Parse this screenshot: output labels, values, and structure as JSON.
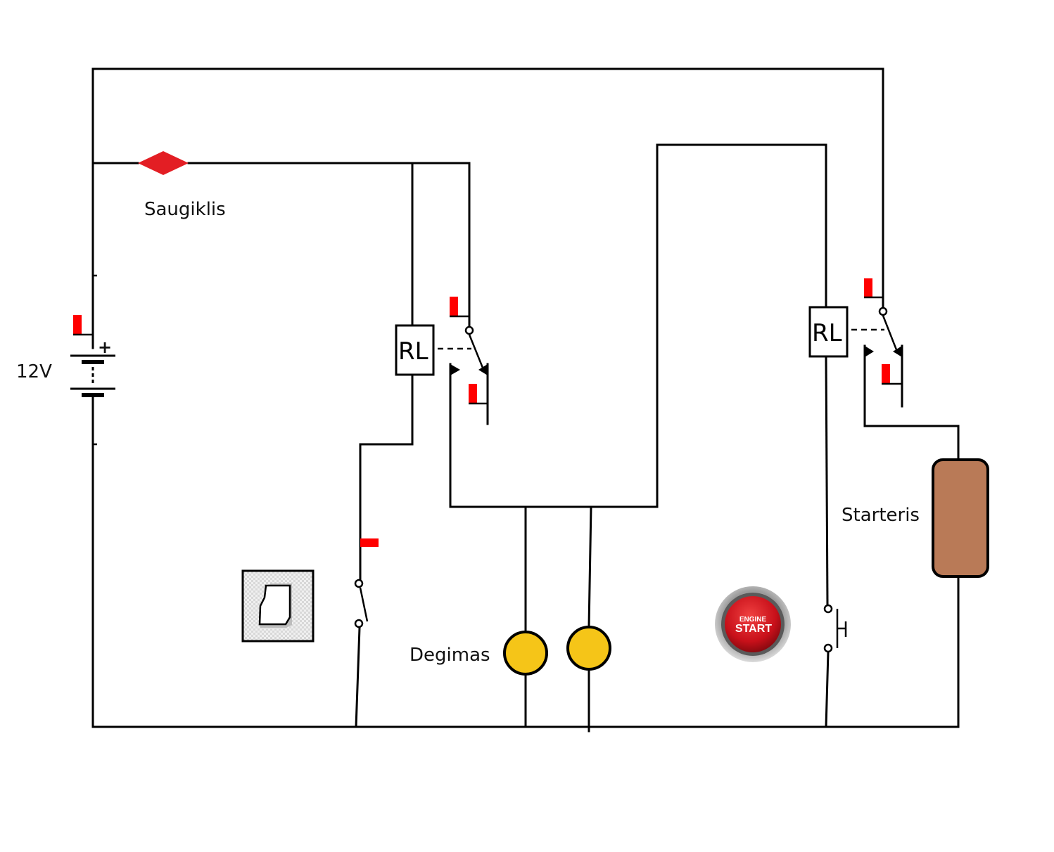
{
  "diagram": {
    "title": "Starter circuit with ignition switch and engine start button",
    "colors": {
      "wire": "#000000",
      "fuse": "#e31e24",
      "marker": "#ff0000",
      "lamp": "#f5c518",
      "starter": "#b97a57",
      "start_button": "#d4141b"
    },
    "labels": {
      "battery": "12V",
      "battery_plus": "+",
      "fuse": "Saugiklis",
      "relay1": "RL",
      "relay2": "RL",
      "lamps": "Degimas",
      "starter": "Starteris",
      "start_button_top": "ENGINE",
      "start_button_bottom": "START"
    },
    "components": [
      {
        "id": "battery",
        "type": "battery",
        "label": "12V"
      },
      {
        "id": "fuse",
        "type": "fuse",
        "label": "Saugiklis"
      },
      {
        "id": "relay1",
        "type": "relay",
        "label": "RL"
      },
      {
        "id": "relay2",
        "type": "relay",
        "label": "RL"
      },
      {
        "id": "ignition-switch",
        "type": "toggle-switch",
        "state": "open"
      },
      {
        "id": "lamp1",
        "type": "lamp",
        "label": "Degimas"
      },
      {
        "id": "lamp2",
        "type": "lamp"
      },
      {
        "id": "start-button",
        "type": "push-button",
        "label": "ENGINE START"
      },
      {
        "id": "starter",
        "type": "motor",
        "label": "Starteris"
      }
    ]
  }
}
